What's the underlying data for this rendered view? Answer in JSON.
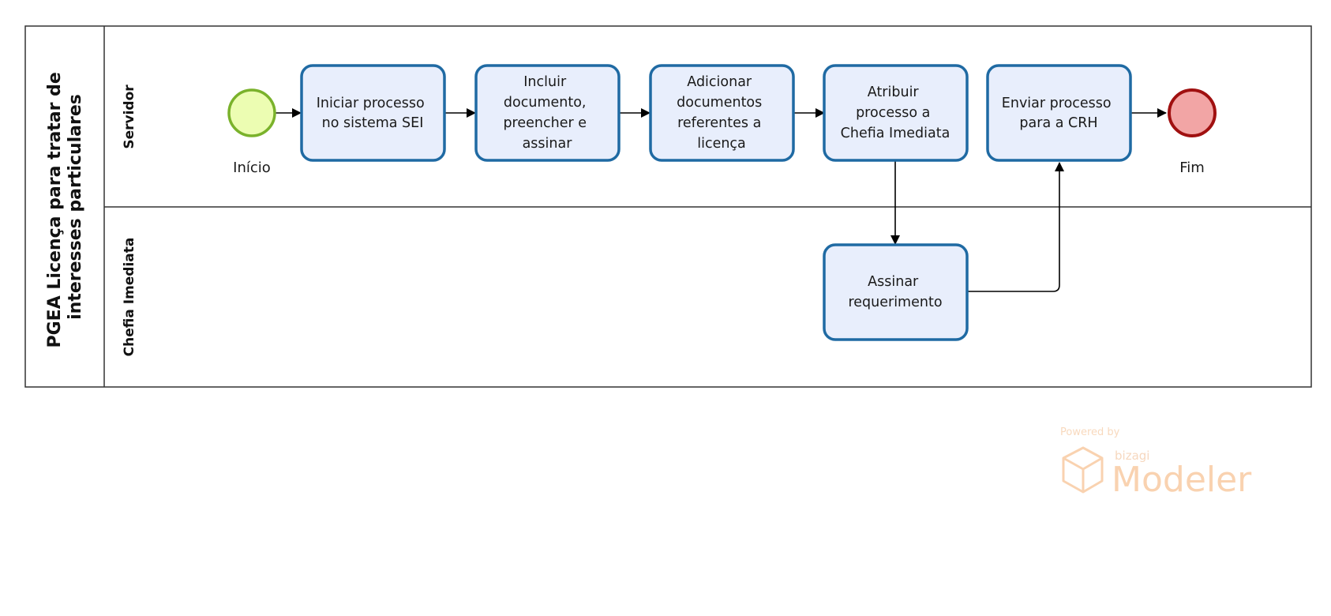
{
  "pool": {
    "title_lines": [
      "PGEA Licença para tratar de",
      "interesses particulares"
    ]
  },
  "lanes": [
    {
      "id": "servidor",
      "label": "Servidor"
    },
    {
      "id": "chefia",
      "label": "Chefia Imediata"
    }
  ],
  "events": {
    "start": {
      "label": "Início",
      "fill": "#ecfdb2",
      "stroke": "#7ab22b"
    },
    "end": {
      "label": "Fim",
      "fill": "#f2a5a5",
      "stroke": "#a01010"
    }
  },
  "tasks": [
    {
      "id": "t1",
      "lines": [
        "Iniciar processo",
        "no sistema SEI"
      ]
    },
    {
      "id": "t2",
      "lines": [
        "Incluir",
        "documento,",
        "preencher e",
        "assinar"
      ]
    },
    {
      "id": "t3",
      "lines": [
        "Adicionar",
        "documentos",
        "referentes a",
        "licença"
      ]
    },
    {
      "id": "t4",
      "lines": [
        "Atribuir",
        "processo a",
        "Chefia Imediata"
      ]
    },
    {
      "id": "t5",
      "lines": [
        "Enviar processo",
        "para a CRH"
      ]
    },
    {
      "id": "t6",
      "lines": [
        "Assinar",
        "requerimento"
      ]
    }
  ],
  "task_style": {
    "fill": "#e8eefc",
    "stroke": "#1f6aa3"
  },
  "watermark": {
    "powered_by": "Powered by",
    "brand": "bizagi",
    "product": "Modeler",
    "color": "#f7c08f"
  }
}
